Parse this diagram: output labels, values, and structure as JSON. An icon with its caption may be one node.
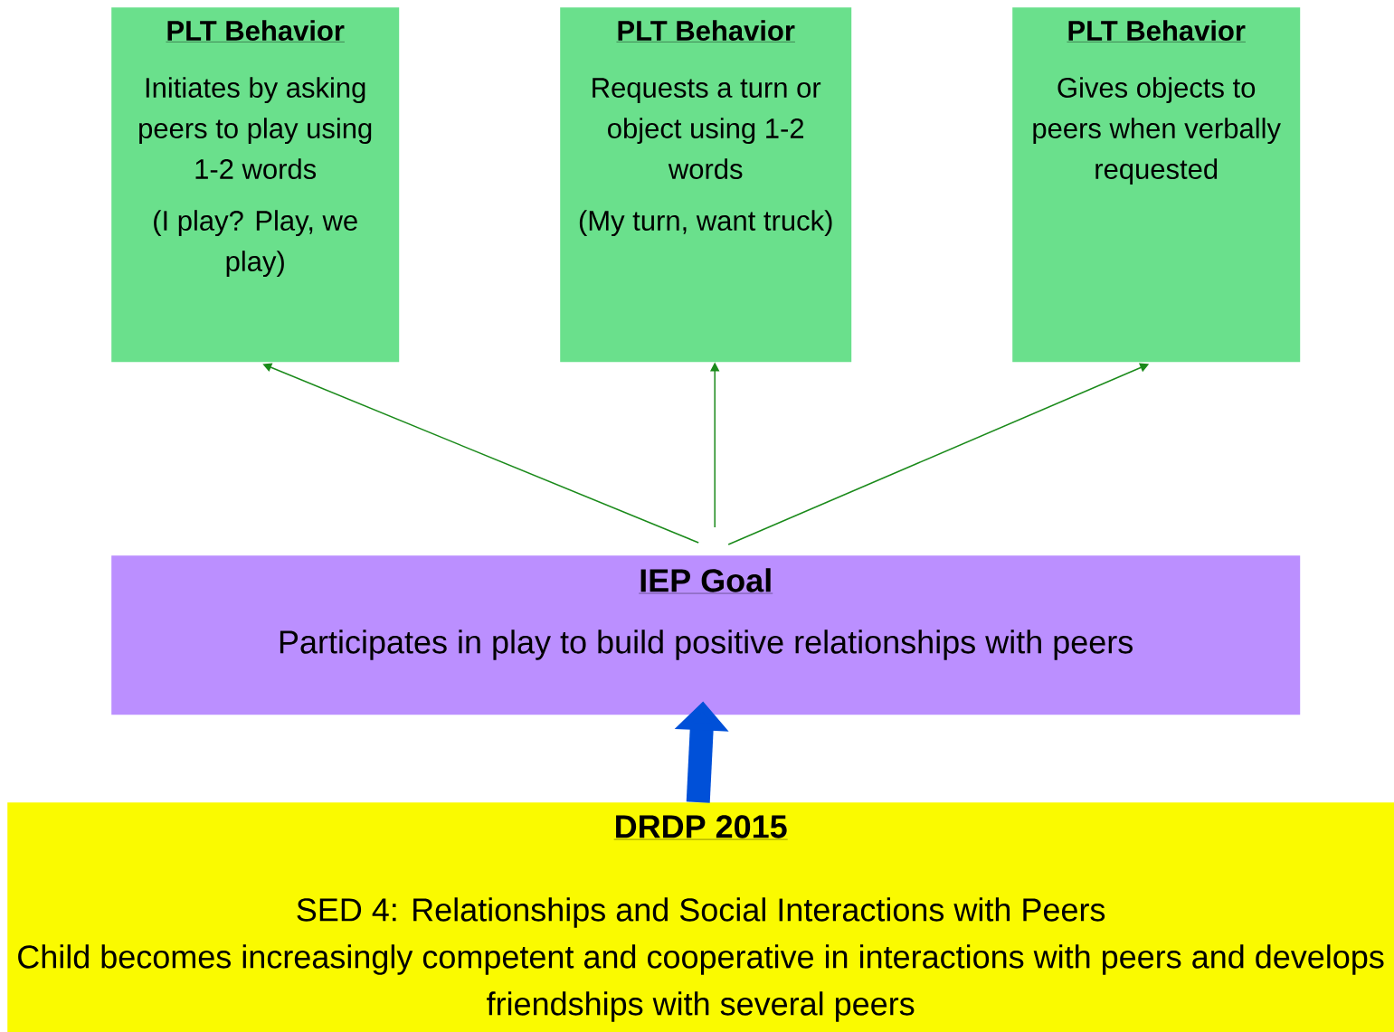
{
  "diagram": {
    "nodes": [
      {
        "text": [
          "PLT Behavior",
          "Initiates by asking peers to play using 1-2 words",
          "(I play? Play, we play)"
        ]
      },
      {
        "text": [
          "PLT Behavior",
          "Requests a turn or object using 1-2 words",
          "(My turn, want truck)"
        ]
      },
      {
        "text": [
          "PLT Behavior",
          "Gives objects to peers when verbally requested"
        ]
      },
      {
        "text": [
          "IEP Goal",
          "Participates in play to build positive relationships with peers"
        ]
      },
      {
        "text": [
          "DRDP 2015",
          "SED 4: Relationships and Social Interactions with Peers",
          "Child becomes increasingly competent and cooperative in interactions with peers and develops friendships with several peers"
        ]
      }
    ],
    "edges": [
      {
        "from": 3,
        "to": 0,
        "arrow": "to"
      },
      {
        "from": 3,
        "to": 1,
        "arrow": "to"
      },
      {
        "from": 3,
        "to": 2,
        "arrow": "to"
      },
      {
        "from": 4,
        "to": 3,
        "arrow": "to",
        "style": "thick",
        "color": "#0050d8"
      }
    ]
  }
}
